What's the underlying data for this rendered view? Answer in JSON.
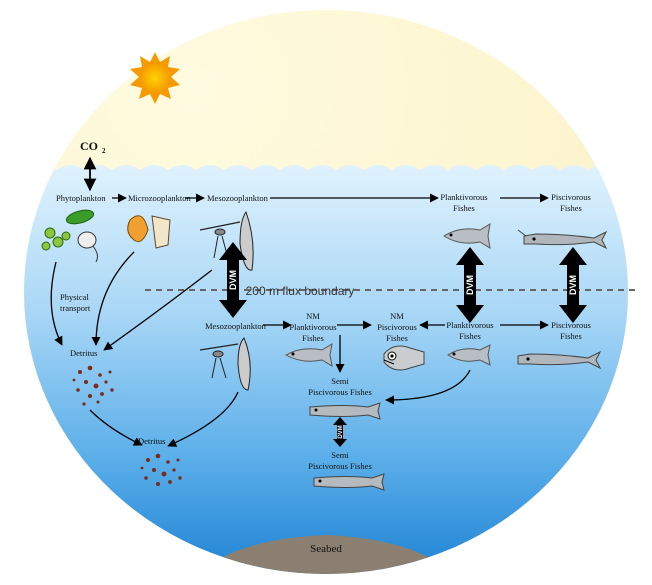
{
  "co2": {
    "main": "CO",
    "sub": "2"
  },
  "flux_boundary": "200 m flux boundary",
  "dvm": "DVM",
  "seabed": "Seabed",
  "labels": {
    "phytoplankton": "Phytoplankton",
    "microzooplankton": "Microzooplankton",
    "mesozooplankton_top": "Mesozooplankton",
    "planktivorous_top": [
      "Planktivorous",
      "Fishes"
    ],
    "piscivorous_top": [
      "Piscivorous",
      "Fishes"
    ],
    "physical_transport": [
      "Physical",
      "transport"
    ],
    "detritus_1": "Detritus",
    "mesozooplankton_deep": "Mesozooplankton",
    "nm_planktivorous": [
      "NM",
      "Planktivorous",
      "Fishes"
    ],
    "nm_piscivorous": [
      "NM",
      "Piscivorous",
      "Fishes"
    ],
    "planktivorous_deep": [
      "Planktivorous",
      "Fishes"
    ],
    "piscivorous_deep": [
      "Piscivorous",
      "Fishes"
    ],
    "detritus_2": "Detritus",
    "semi_piscivorous_1": [
      "Semi",
      "Piscivorous Fishes"
    ],
    "semi_piscivorous_2": [
      "Semi",
      "Piscivorous Fishes"
    ]
  },
  "colors": {
    "sky_top": "#fdf7d0",
    "water_top": "#d6eefc",
    "water_bottom": "#1f84d6",
    "sun": "#f5a800",
    "seabed": "#8a7f70",
    "arrow": "#000000",
    "flux_line": "#666666"
  }
}
